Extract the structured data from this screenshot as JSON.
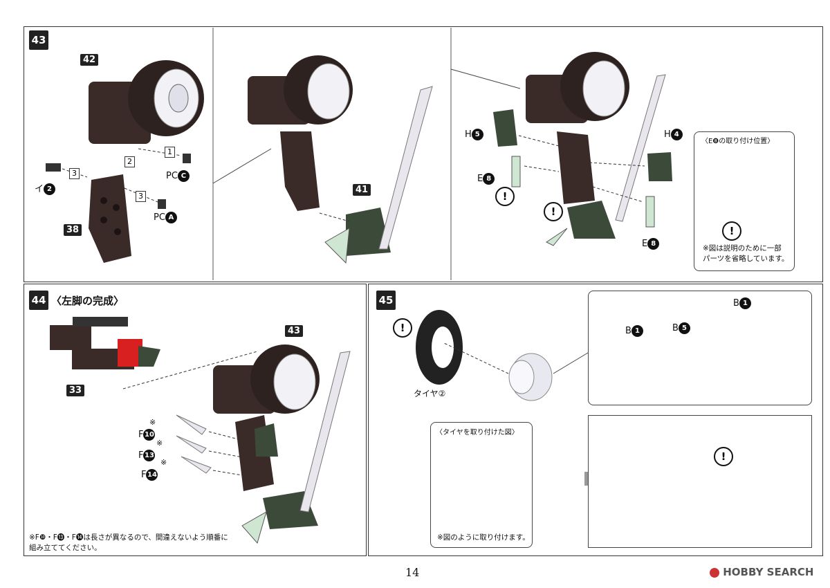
{
  "page_number": "14",
  "watermark": "HOBBY SEARCH",
  "step43": {
    "number": "43",
    "parts": {
      "p42": "42",
      "p38": "38",
      "p41": "41"
    },
    "labels": {
      "pcC": "PC",
      "pcA": "PC",
      "i2": "イ"
    },
    "badges": {
      "C": "C",
      "A": "A",
      "two": "2",
      "five": "5",
      "four": "4",
      "eight": "8"
    },
    "orders": {
      "o1": "1",
      "o2": "2",
      "o3a": "3",
      "o3b": "3"
    },
    "h5": "H",
    "h4": "H",
    "e8a": "E",
    "e8b": "E",
    "inset_title": "〈E❽の取り付け位置〉",
    "inset_note_line1": "※図は説明のために一部",
    "inset_note_line2": "パーツを省略しています。"
  },
  "step44": {
    "number": "44",
    "title": "〈左脚の完成〉",
    "parts": {
      "p33": "33",
      "p43": "43"
    },
    "f10": "F",
    "f13": "F",
    "f14": "F",
    "b10": "10",
    "b13": "13",
    "b14": "14",
    "mark": "※",
    "note_line1": "※F❿・F⓭・F⓮は長さが異なるので、間違えないよう順番に",
    "note_line2": "組み立ててください。"
  },
  "step45": {
    "number": "45",
    "tire_label": "タイヤ②",
    "b1a": "B",
    "b5": "B",
    "b1b": "B",
    "n1": "1",
    "n5": "5",
    "inset_title": "〈タイヤを取り付けた図〉",
    "inset_note": "※図のように取り付けます。"
  },
  "warn": "!"
}
